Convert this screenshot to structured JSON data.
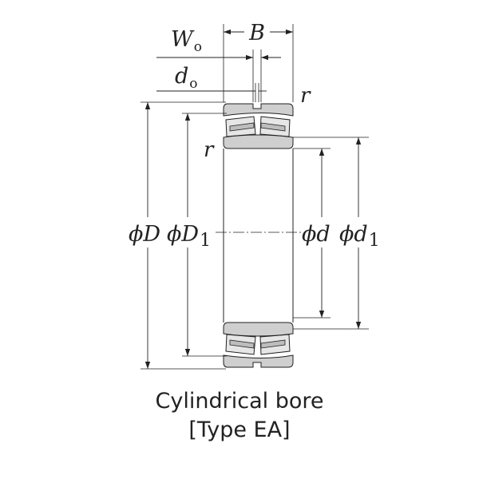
{
  "diagram": {
    "labels": {
      "width_oil_groove": {
        "main": "W",
        "sub": "o"
      },
      "width": {
        "main": "B"
      },
      "oil_hole_diameter": {
        "main": "d",
        "sub": "o"
      },
      "chamfer_top": {
        "main": "r"
      },
      "chamfer_side": {
        "main": "r"
      },
      "outer_diameter": {
        "prefix": "ϕ",
        "main": "D"
      },
      "outer_ring_diameter": {
        "prefix": "ϕ",
        "main": "D",
        "sub": "1"
      },
      "bore_diameter": {
        "prefix": "ϕ",
        "main": "d"
      },
      "inner_ring_diameter": {
        "prefix": "ϕ",
        "main": "d",
        "sub": "1"
      }
    },
    "colors": {
      "line": "#222222",
      "ring_fill": "#cfcfcf",
      "roller_fill": "#e6e6e6"
    }
  },
  "caption": {
    "line1": "Cylindrical bore",
    "line2": "[Type EA]"
  }
}
